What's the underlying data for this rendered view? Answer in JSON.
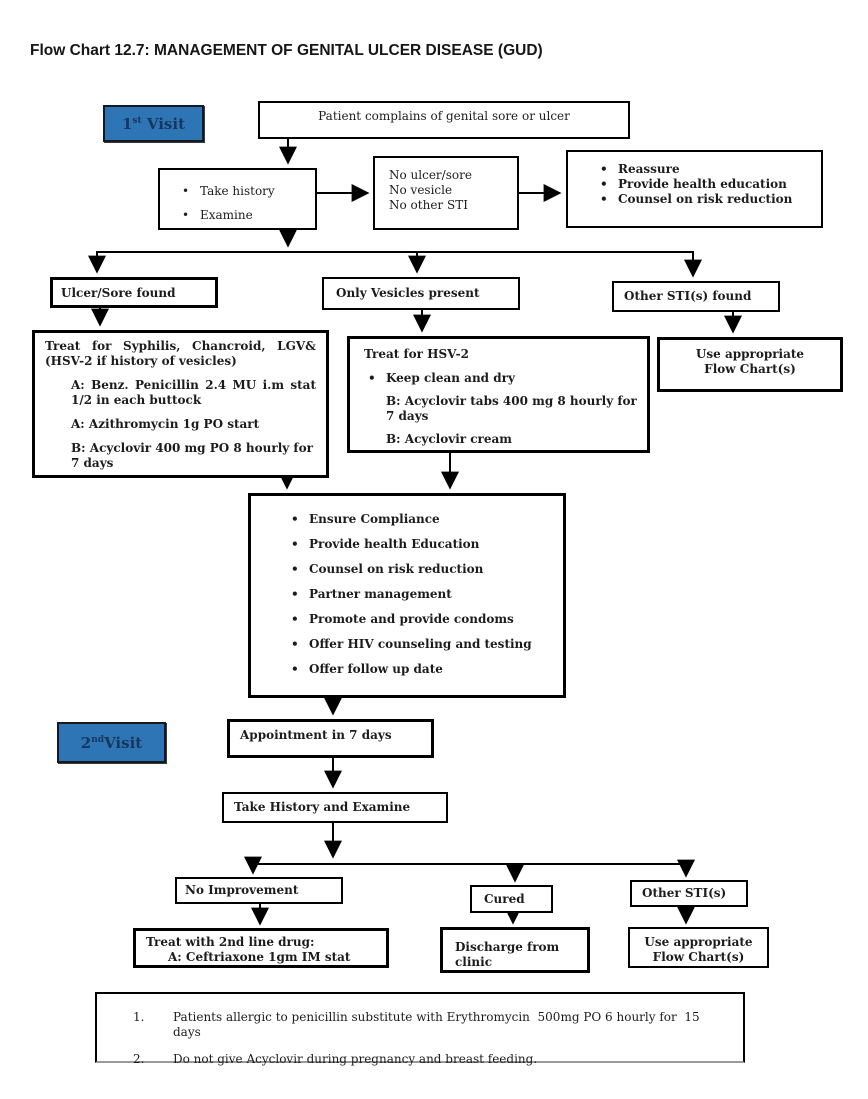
{
  "title": "Flow Chart 12.7: MANAGEMENT OF GENITAL ULCER DISEASE (GUD)",
  "colors": {
    "visit_fill": "#2e75b6",
    "visit_text": "#17365d",
    "box_border": "#000000",
    "text": "#1c1c1c"
  },
  "visits": {
    "first": {
      "base": "1",
      "sup": "st",
      "rest": " Visit"
    },
    "second": {
      "base": "2",
      "sup": "nd",
      "rest": "Visit"
    }
  },
  "nodes": {
    "patient_complains": "Patient complains of genital sore or ulcer",
    "take_history": {
      "bullets": [
        "Take history",
        "Examine"
      ]
    },
    "no_ulcer": {
      "lines": [
        "No ulcer/sore",
        "No vesicle",
        "No other STI"
      ]
    },
    "reassure": {
      "bullets": [
        "Reassure",
        "Provide health education",
        "Counsel on risk reduction"
      ]
    },
    "ulcer_found": "Ulcer/Sore found",
    "vesicles_present": "Only Vesicles present",
    "other_sti_found": "Other STI(s) found",
    "treat_syphilis": {
      "title": "Treat for Syphilis, Chancroid, LGV&(HSV-2 if history of vesicles)",
      "items": [
        {
          "prefix": "A:",
          "text": " Benz. Penicillin 2.4 MU i.m stat 1/2 in each buttock"
        },
        {
          "prefix": "A:",
          "text": " Azithromycin 1g PO start"
        },
        {
          "prefix": "B:",
          "text": " Acyclovir 400 mg PO 8 hourly for 7 days"
        }
      ]
    },
    "treat_hsv2": {
      "title": "Treat for HSV-2",
      "bullet": "Keep clean and dry",
      "items": [
        {
          "prefix": "B:",
          "text": " Acyclovir tabs 400 mg 8 hourly for 7 days"
        },
        {
          "prefix": "B:",
          "text": " Acyclovir cream"
        }
      ]
    },
    "use_flowcharts_1": {
      "line1": "Use appropriate",
      "line2": "Flow Chart(s)"
    },
    "compliance": {
      "bullets": [
        "Ensure Compliance",
        "Provide health Education",
        "Counsel on risk reduction",
        "Partner management",
        "Promote and provide condoms",
        "Offer HIV counseling and testing",
        "Offer follow up date"
      ]
    },
    "appointment": "Appointment in 7 days",
    "take_history_examine": "Take History and Examine",
    "no_improvement": "No Improvement",
    "cured": "Cured",
    "other_sti_2": "Other STI(s)",
    "second_line": {
      "line1": "Treat with 2nd line drug:",
      "prefix": "A:",
      "text": " Ceftriaxone 1gm IM stat"
    },
    "discharge": "Discharge from clinic",
    "use_flowcharts_2": {
      "line1": "Use appropriate",
      "line2": "Flow Chart(s)"
    },
    "notes": [
      {
        "num": "1.",
        "text": "Patients allergic to penicillin substitute with Erythromycin  500mg PO 6 hourly for  15 days"
      },
      {
        "num": "2.",
        "text": "Do not give Acyclovir during pregnancy and breast feeding."
      }
    ]
  }
}
